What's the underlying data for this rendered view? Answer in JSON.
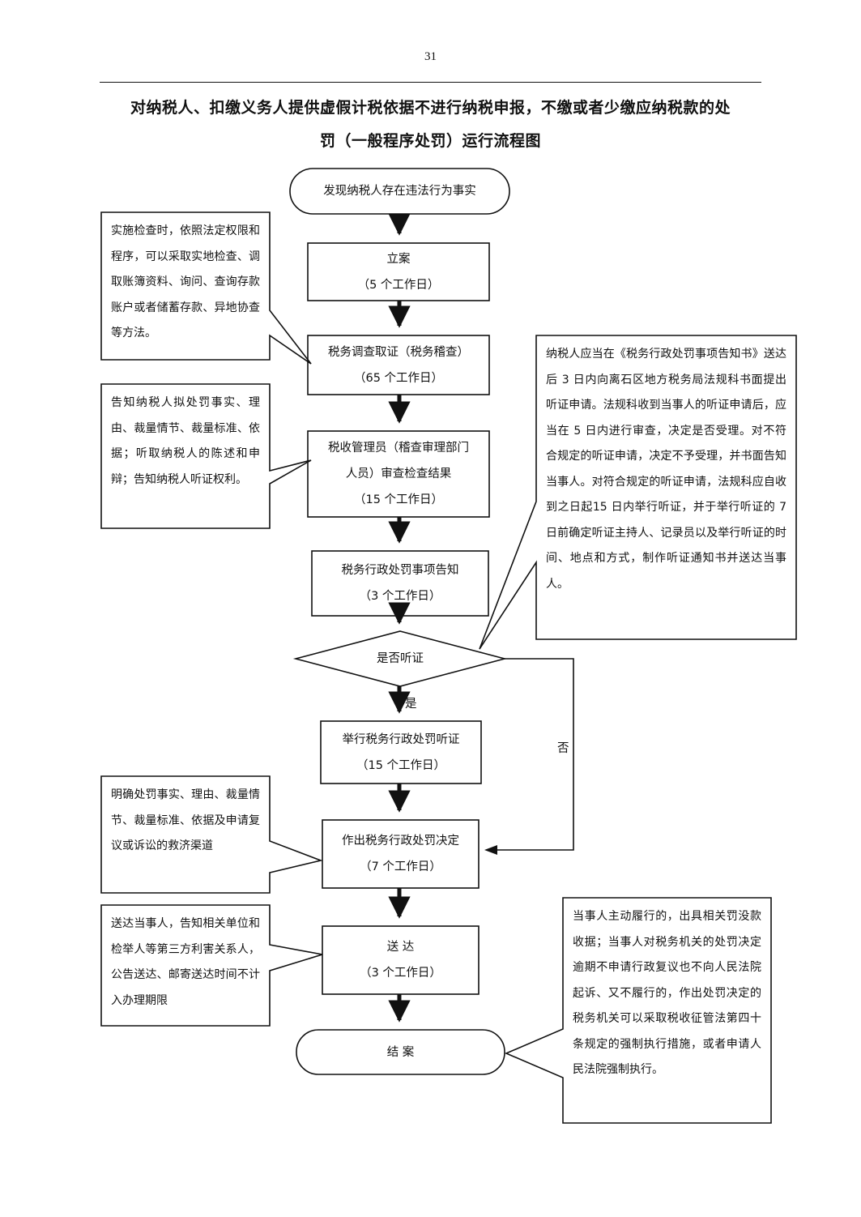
{
  "page_number": "31",
  "title": {
    "line1": "对纳税人、扣缴义务人提供虚假计税依据不进行纳税申报，不缴或者少缴应纳税款的处",
    "line2": "罚（一般程序处罚）运行流程图"
  },
  "steps": {
    "start": "发现纳税人存在违法行为事实",
    "s1": {
      "label": "立案",
      "time": "（5 个工作日）"
    },
    "s2": {
      "label": "税务调查取证（税务稽查）",
      "time": "（65 个工作日）"
    },
    "s3": {
      "label1": "税收管理员（稽查审理部门",
      "label2": "人员）审查检查结果",
      "time": "（15 个工作日）"
    },
    "s4": {
      "label": "税务行政处罚事项告知",
      "time": "（3 个工作日）"
    },
    "decision": "是否听证",
    "yes": "是",
    "no": "否",
    "s5": {
      "label": "举行税务行政处罚听证",
      "time": "（15 个工作日）"
    },
    "s6": {
      "label": "作出税务行政处罚决定",
      "time": "（7 个工作日）"
    },
    "s7": {
      "label": "送 达",
      "time": "（3 个工作日）"
    },
    "end": "结 案"
  },
  "notes": {
    "n1": "实施检查时，依照法定权限和程序，可以采取实地检查、调取账簿资料、询问、查询存款账户或者储蓄存款、异地协查等方法。",
    "n2": "告知纳税人拟处罚事实、理由、裁量情节、裁量标准、依据；听取纳税人的陈述和申辩；告知纳税人听证权利。",
    "n3": "纳税人应当在《税务行政处罚事项告知书》送达后 3 日内向离石区地方税务局法规科书面提出听证申请。法规科收到当事人的听证申请后，应当在 5 日内进行审查，决定是否受理。对不符合规定的听证申请，决定不予受理，并书面告知当事人。对符合规定的听证申请，法规科应自收到之日起15 日内举行听证，并于举行听证的 7 日前确定听证主持人、记录员以及举行听证的时间、地点和方式，制作听证通知书并送达当事人。",
    "n4": "明确处罚事实、理由、裁量情节、裁量标准、依据及申请复议或诉讼的救济渠道",
    "n5": "送达当事人，告知相关单位和检举人等第三方利害关系人，公告送达、邮寄送达时间不计入办理期限",
    "n6": "当事人主动履行的，出具相关罚没款收据；当事人对税务机关的处罚决定逾期不申请行政复议也不向人民法院起诉、又不履行的，作出处罚决定的税务机关可以采取税收征管法第四十条规定的强制执行措施，或者申请人民法院强制执行。"
  }
}
